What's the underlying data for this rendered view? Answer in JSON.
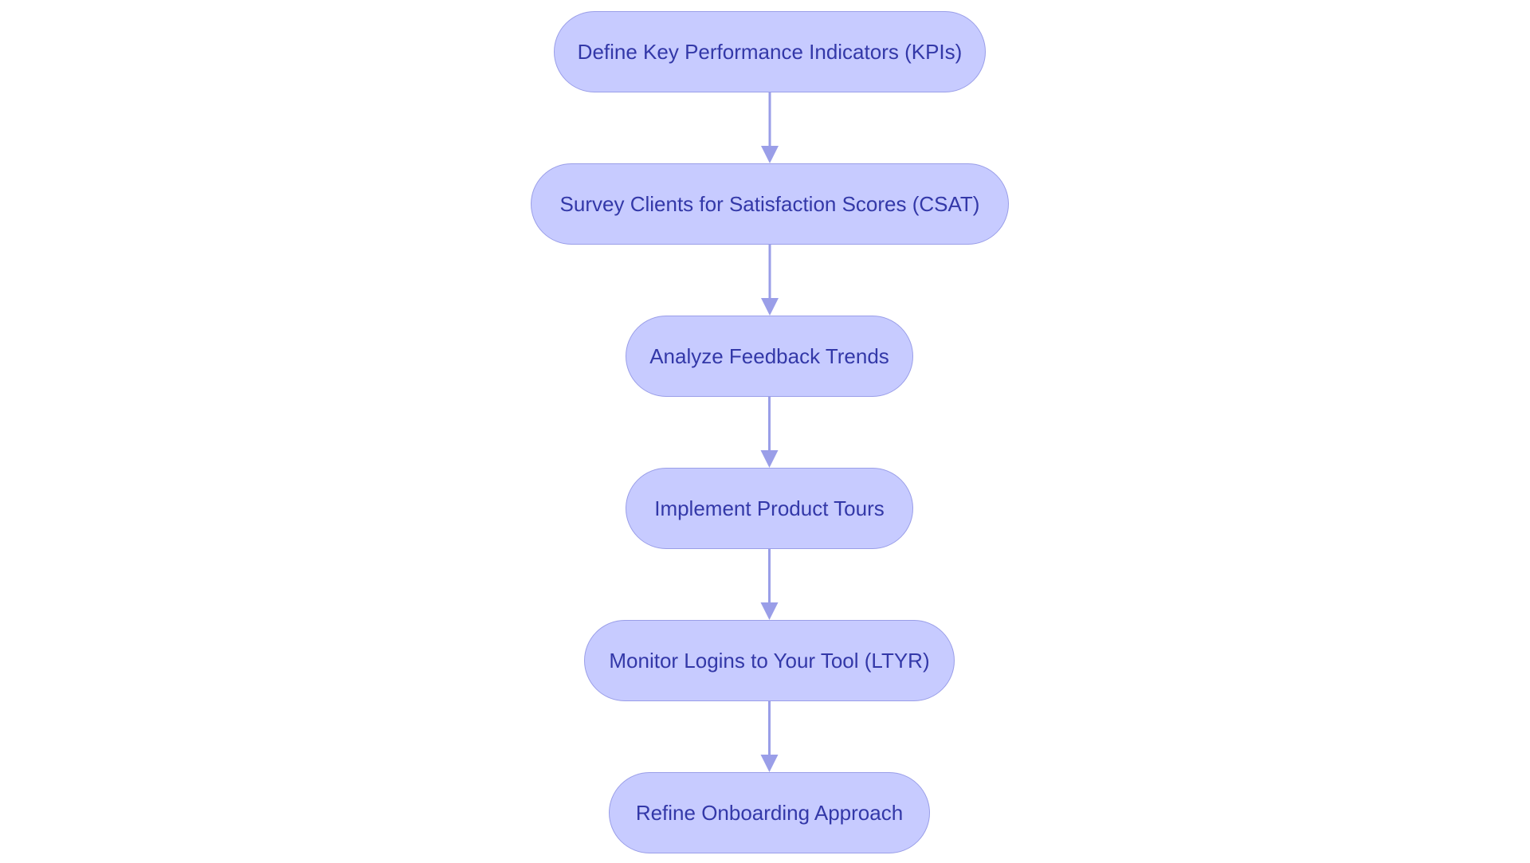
{
  "flowchart": {
    "colors": {
      "node_fill": "#c7cbff",
      "node_border": "#9a9ee8",
      "node_text": "#3338a8",
      "edge": "#9a9ee8"
    },
    "nodes": [
      {
        "id": "n1",
        "label": "Define Key Performance Indicators (KPIs)"
      },
      {
        "id": "n2",
        "label": "Survey Clients for Satisfaction Scores (CSAT)"
      },
      {
        "id": "n3",
        "label": "Analyze Feedback Trends"
      },
      {
        "id": "n4",
        "label": "Implement Product Tours"
      },
      {
        "id": "n5",
        "label": "Monitor Logins to Your Tool (LTYR)"
      },
      {
        "id": "n6",
        "label": "Refine Onboarding Approach"
      }
    ],
    "edges": [
      {
        "from": "n1",
        "to": "n2"
      },
      {
        "from": "n2",
        "to": "n3"
      },
      {
        "from": "n3",
        "to": "n4"
      },
      {
        "from": "n4",
        "to": "n5"
      },
      {
        "from": "n5",
        "to": "n6"
      }
    ]
  }
}
